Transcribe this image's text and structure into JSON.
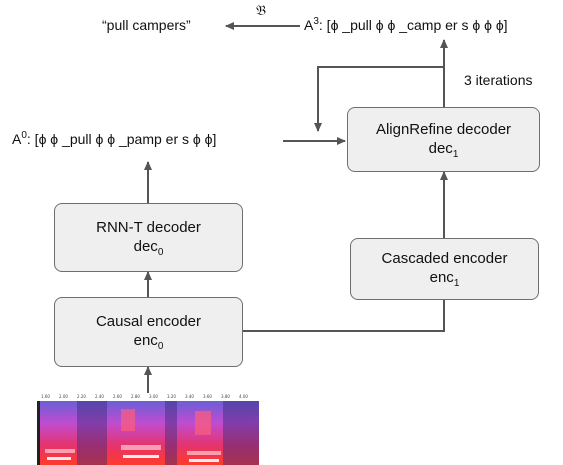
{
  "top": {
    "quote": "“pull campers”",
    "script_b": "𝔅",
    "a3_label": "A",
    "a3_sup": "3",
    "a3_seq": ": [ϕ _pull ϕ ϕ _camp er s ϕ ϕ ϕ]"
  },
  "iterations": "3 iterations",
  "a0": {
    "label": "A",
    "sup": "0",
    "seq": ": [ϕ ϕ _pull ϕ ϕ _pamp er s ϕ ϕ]"
  },
  "boxes": {
    "align": {
      "line1": "AlignRefine decoder",
      "line2": "dec",
      "sub": "1"
    },
    "rnnt": {
      "line1": "RNN-T decoder",
      "line2": "dec",
      "sub": "0"
    },
    "cascaded": {
      "line1": "Cascaded encoder",
      "line2": "enc",
      "sub": "1"
    },
    "causal": {
      "line1": "Causal encoder",
      "line2": "enc",
      "sub": "0"
    }
  },
  "colors": {
    "box_fill": "#efefef",
    "box_border": "#6e6e6e",
    "arrow": "#555555"
  },
  "spectrogram": {
    "ticks": [
      "1.60",
      "2.00",
      "2.20",
      "2.40",
      "2.60",
      "2.80",
      "3.00",
      "3.20",
      "3.40",
      "3.60",
      "3.80",
      "4.00"
    ]
  }
}
